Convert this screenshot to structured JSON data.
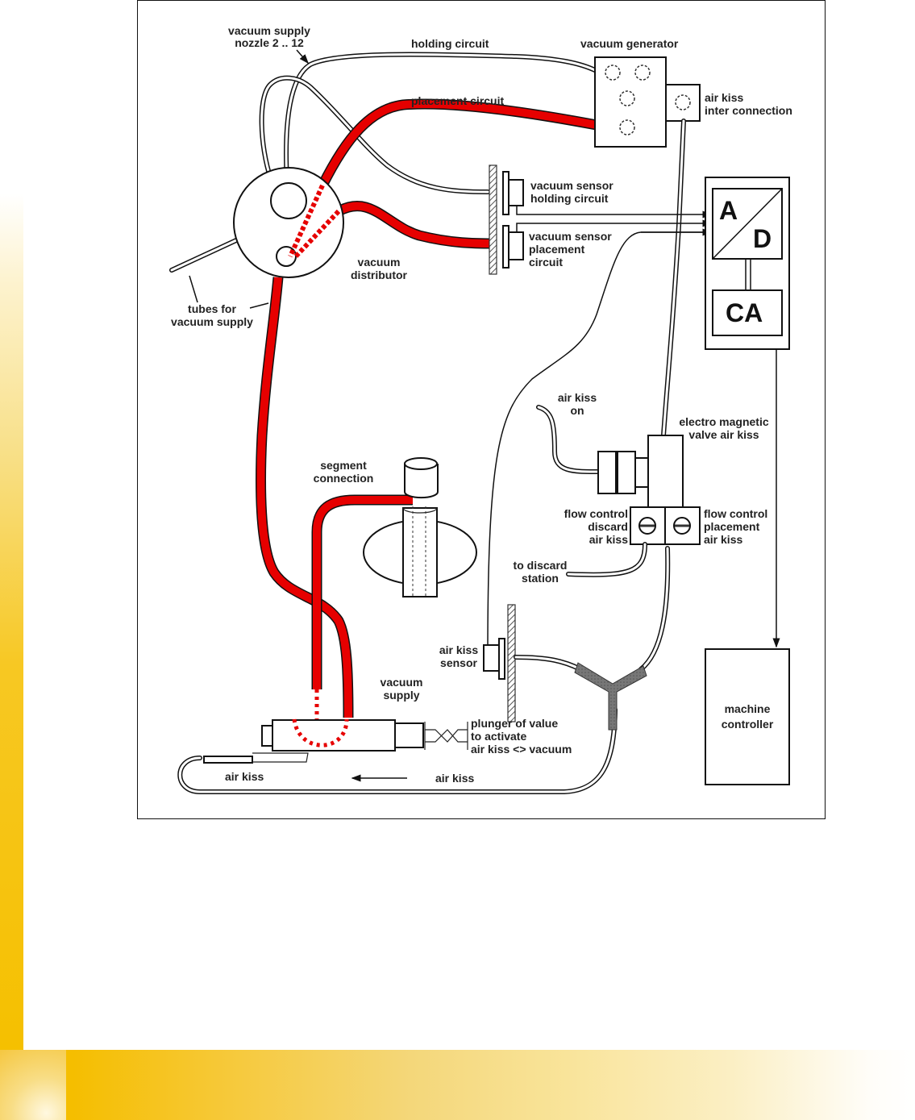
{
  "diagram": {
    "title": "Vacuum and air kiss system schematic",
    "colors": {
      "vacuum_tube_red": "#e60000",
      "accent_yellow": "#f5c000",
      "line": "#111111"
    },
    "labels": {
      "vacuum_supply_nozzle_line1": "vacuum supply",
      "vacuum_supply_nozzle_line2": "nozzle 2 .. 12",
      "holding_circuit": "holding circuit",
      "vacuum_generator": "vacuum generator",
      "placement_circuit": "placement circuit",
      "air_kiss_inter_line1": "air kiss",
      "air_kiss_inter_line2": "inter connection",
      "sensor_holding_line1": "vacuum sensor",
      "sensor_holding_line2": "holding circuit",
      "sensor_placement_line1": "vacuum sensor",
      "sensor_placement_line2": "placement",
      "sensor_placement_line3": "circuit",
      "vacuum_distributor_line1": "vacuum",
      "vacuum_distributor_line2": "distributor",
      "tubes_line1": "tubes for",
      "tubes_line2": "vacuum supply",
      "ad_a": "A",
      "ad_d": "D",
      "ca": "CA",
      "air_kiss_on_line1": "air kiss",
      "air_kiss_on_line2": "on",
      "em_valve_line1": "electro magnetic",
      "em_valve_line2": "valve air kiss",
      "segment_line1": "segment",
      "segment_line2": "connection",
      "fc_discard_line1": "flow control",
      "fc_discard_line2": "discard",
      "fc_discard_line3": "air kiss",
      "fc_placement_line1": "flow control",
      "fc_placement_line2": "placement",
      "fc_placement_line3": "air kiss",
      "discard_station_line1": "to discard",
      "discard_station_line2": "station",
      "air_kiss_sensor_line1": "air kiss",
      "air_kiss_sensor_line2": "sensor",
      "vacuum_supply_line1": "vacuum",
      "vacuum_supply_line2": "supply",
      "plunger_line1": "plunger of value",
      "plunger_line2": "to activate",
      "plunger_line3": "air kiss <> vacuum",
      "air_kiss_left": "air kiss",
      "air_kiss_right": "air kiss",
      "machine_controller_line1": "machine",
      "machine_controller_line2": "controller"
    }
  }
}
